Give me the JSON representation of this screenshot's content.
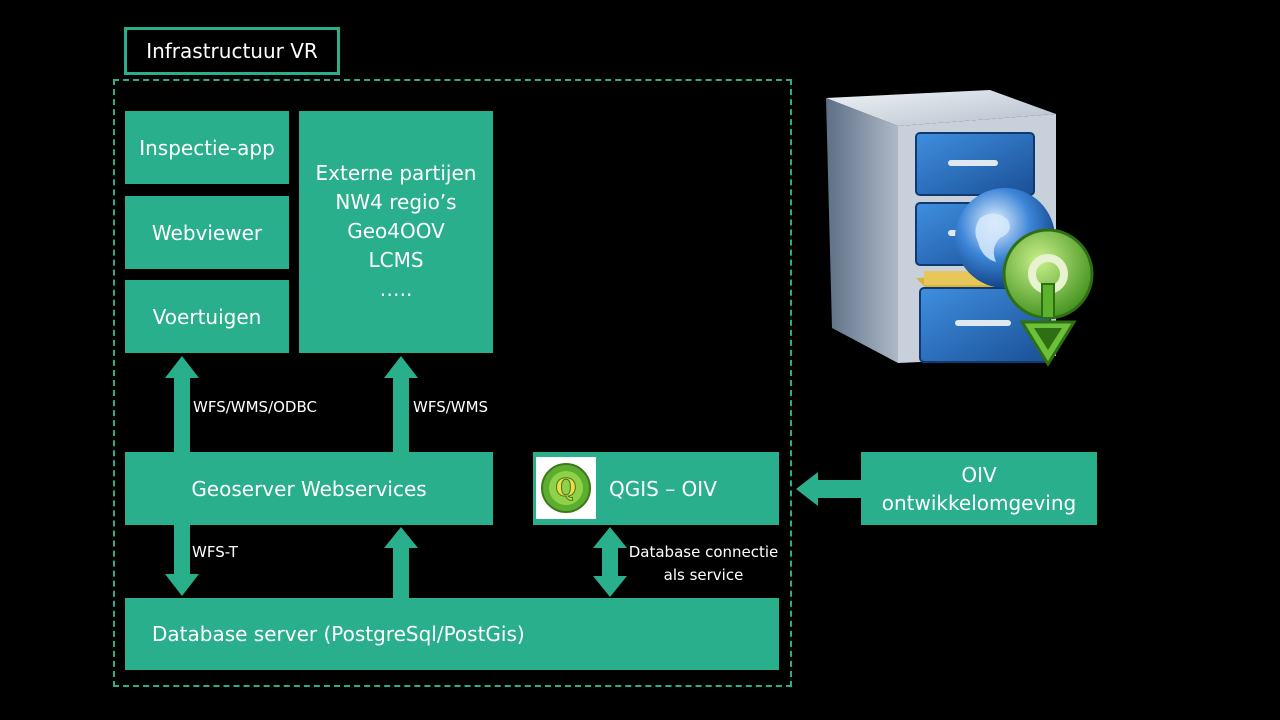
{
  "title": "Infrastructuur VR",
  "apps": {
    "inspectie": "Inspectie-app",
    "webviewer": "Webviewer",
    "voertuigen": "Voertuigen"
  },
  "externe": {
    "lines": [
      "Externe partijen",
      "NW4 regio’s",
      "Geo4OOV",
      "LCMS",
      "….."
    ]
  },
  "labels": {
    "wfs_wms_odbc": "WFS/WMS/ODBC",
    "wfs_wms": "WFS/WMS",
    "wfs_t": "WFS-T",
    "db_conn_1": "Database connectie",
    "db_conn_2": "als service"
  },
  "geoserver": "Geoserver Webservices",
  "qgis": "QGIS – OIV",
  "oiv_dev": {
    "line1": "OIV",
    "line2": "ontwikkelomgeving"
  },
  "database": "Database server (PostgreSql/PostGis)",
  "colors": {
    "accent": "#2aaf8d",
    "background": "#000000"
  },
  "icons": {
    "qgis_logo": "qgis-logo-icon",
    "server_cabinet": "server-cabinet-icon"
  }
}
